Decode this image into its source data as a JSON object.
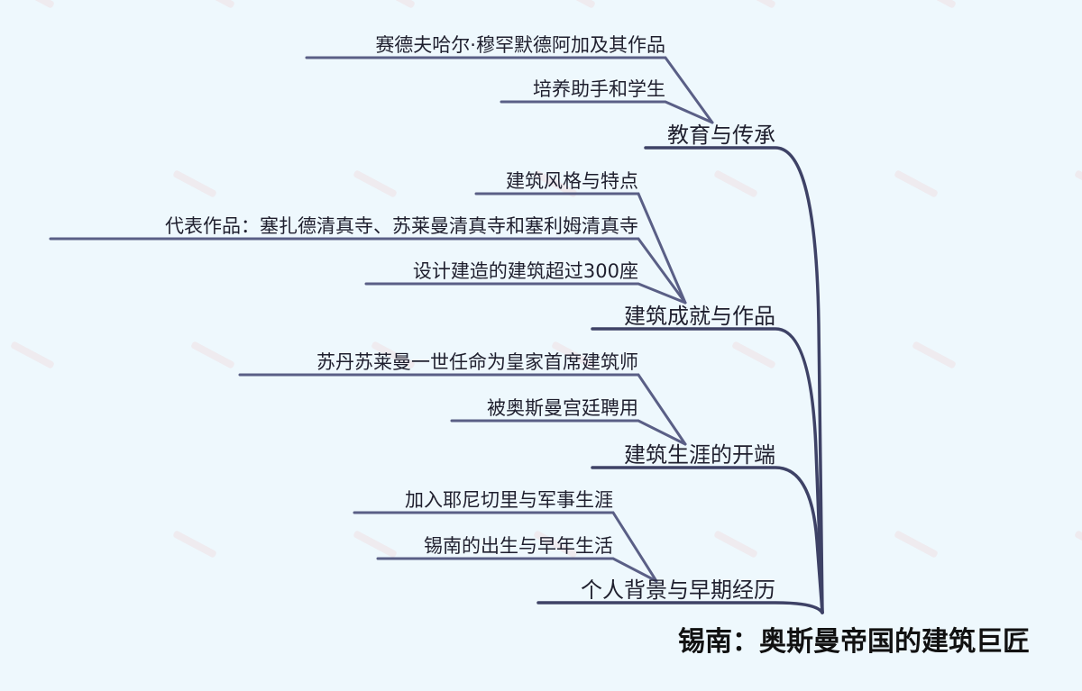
{
  "root": {
    "label": "锡南：奥斯曼帝国的建筑巨匠"
  },
  "branches": [
    {
      "label": "教育与传承",
      "children": [
        "赛德夫哈尔·穆罕默德阿加及其作品",
        "培养助手和学生"
      ]
    },
    {
      "label": "建筑成就与作品",
      "children": [
        "建筑风格与特点",
        "代表作品：塞扎德清真寺、苏莱曼清真寺和塞利姆清真寺",
        "设计建造的建筑超过300座"
      ]
    },
    {
      "label": "建筑生涯的开端",
      "children": [
        "苏丹苏莱曼一世任命为皇家首席建筑师",
        "被奥斯曼宫廷聘用"
      ]
    },
    {
      "label": "个人背景与早期经历",
      "children": [
        "加入耶尼切里与军事生涯",
        "锡南的出生与早年生活"
      ]
    }
  ],
  "colors": {
    "background": "#eef8fd",
    "leaf_line": "#5a5f86",
    "trunk_line": "#3e4266",
    "text": "#1f1f2e"
  }
}
